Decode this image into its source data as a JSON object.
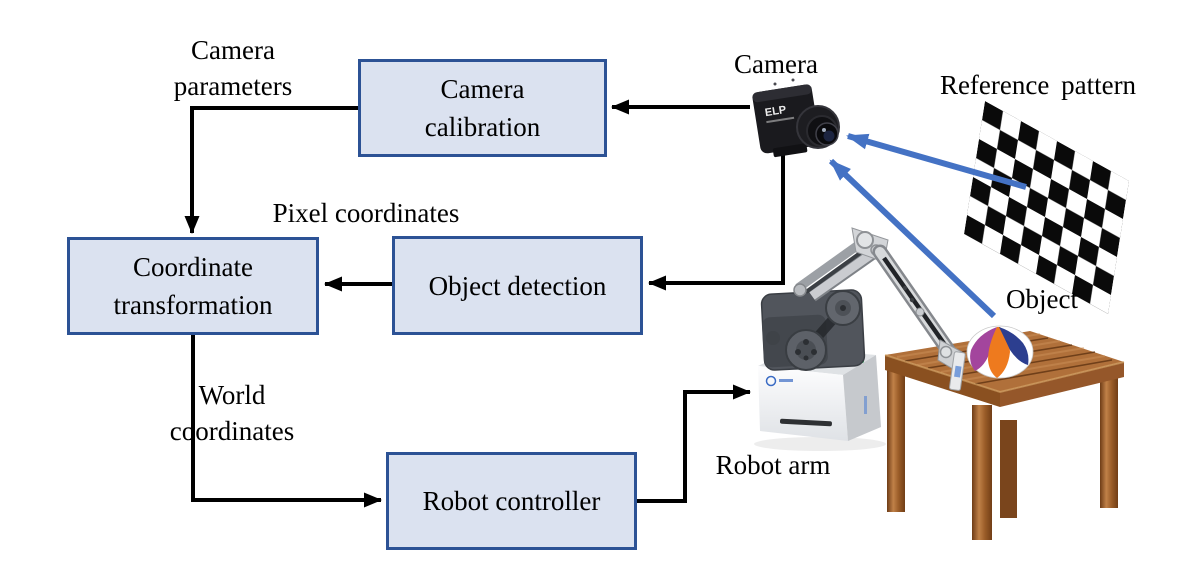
{
  "diagram": {
    "nodes": {
      "camera_calibration": {
        "lines": [
          "Camera",
          "calibration"
        ]
      },
      "coordinate_transformation": {
        "lines": [
          "Coordinate",
          "transformation"
        ]
      },
      "object_detection": {
        "lines": [
          "Object detection"
        ]
      },
      "robot_controller": {
        "lines": [
          "Robot controller"
        ]
      }
    },
    "edge_labels": {
      "camera_parameters": {
        "lines": [
          "Camera",
          "parameters"
        ]
      },
      "pixel_coordinates": {
        "lines": [
          "Pixel coordinates"
        ]
      },
      "world_coordinates": {
        "lines": [
          "World",
          "coordinates"
        ]
      }
    },
    "annotations": {
      "camera": "Camera",
      "reference_pattern": "Reference pattern",
      "object": "Object",
      "robot_arm": "Robot arm"
    },
    "camera_brand": "ELP",
    "colors": {
      "node_fill": "#dbe2f0",
      "node_border": "#2c5295",
      "flow_line": "#000000",
      "pointer_arrow_blue": "#4472c4",
      "checker_black": "#0a0a0a",
      "wood_table": "#b0703a",
      "ball_orange": "#ee7a1e",
      "ball_purple": "#a3459d",
      "ball_blue": "#2c3e8f"
    }
  }
}
